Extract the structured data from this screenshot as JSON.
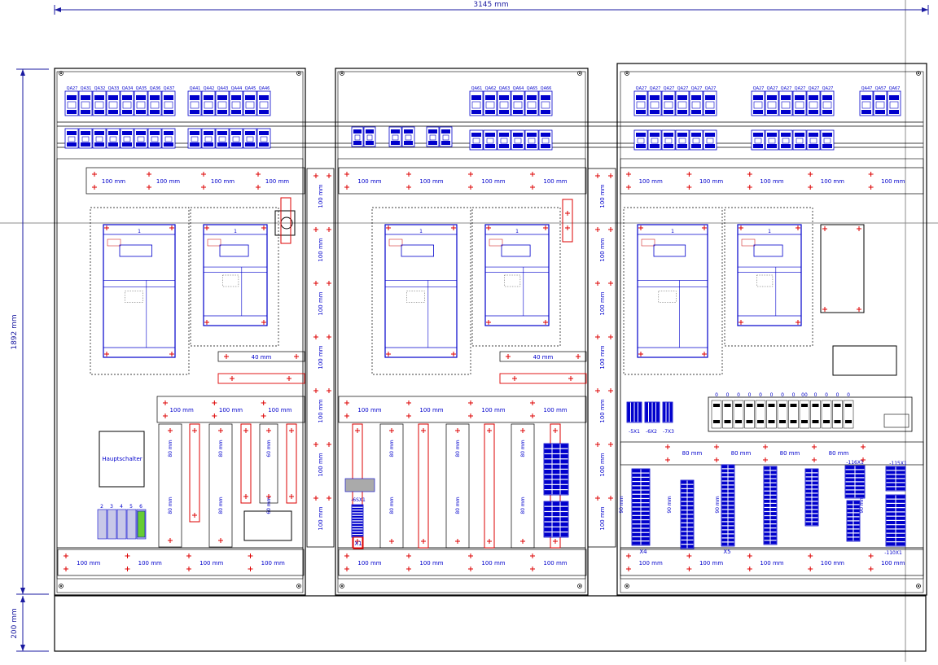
{
  "dimensions": {
    "total_width": "3145 mm",
    "cabinet_height": "1892 mm",
    "plinth_height": "200 mm"
  },
  "labels": {
    "spacing_100": "100 mm",
    "spacing_80": "80 mm",
    "spacing_60": "60 mm",
    "spacing_40": "40 mm",
    "spacing_90": "90 mm",
    "main_switch": "Hauptschalter",
    "drive_number": "1",
    "terminal_x1": "X1",
    "terminal_x4": "X4",
    "terminal_x5": "X5",
    "terminal_6sx1": "-6SX1",
    "terminal_5x1": "-5X1",
    "terminal_6x2": "-6X2",
    "terminal_7x3": "-7X3",
    "terminal_116x1": "-116X1",
    "terminal_110x1": "-110X1",
    "terminal_115x1": "-115X1",
    "io_zero": "0",
    "io_zero_double": "00",
    "meter_nums": [
      "2",
      "3",
      "4",
      "5",
      "6"
    ]
  },
  "breaker_labels": {
    "panel1_a": [
      "QA27",
      "QA31",
      "QA32",
      "QA33",
      "QA34",
      "QA35",
      "QA36",
      "QA37"
    ],
    "panel1_b": [
      "QA41",
      "QA42",
      "QA43",
      "QA44",
      "QA45",
      "QA46"
    ],
    "panel2": [
      "QA61",
      "QA62",
      "QA63",
      "QA64",
      "QA65",
      "QA66"
    ],
    "panel3_a": [
      "QA27",
      "QA27",
      "QA27",
      "QA27",
      "QA27",
      "QA27"
    ],
    "panel3_b": [
      "QA27",
      "QA27",
      "QA27",
      "QA27",
      "QA27",
      "QA27"
    ],
    "panel3_c": [
      "QA47",
      "QA57",
      "QA67"
    ]
  },
  "colors": {
    "outline": "#000000",
    "component": "#0000cc",
    "marker": "#dd0000",
    "dimension": "#1a1aa0",
    "guide": "#8c8c8c"
  }
}
